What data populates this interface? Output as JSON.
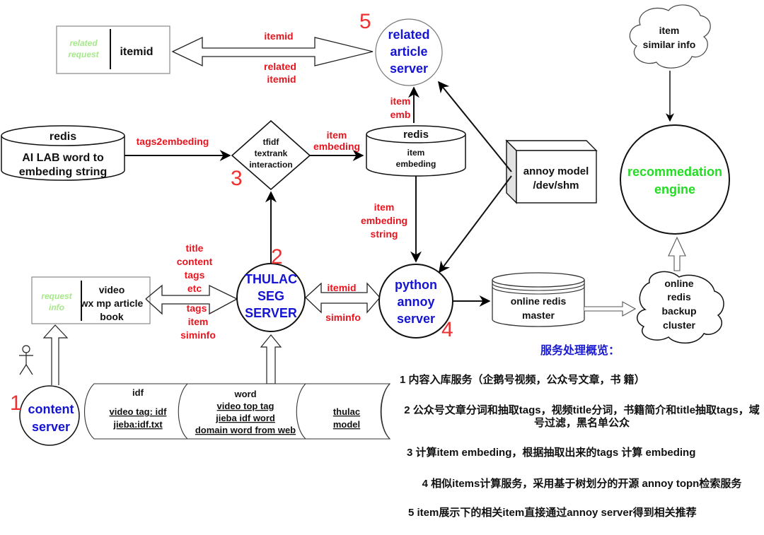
{
  "colors": {
    "red_label": "#e8141e",
    "blue_label": "#1414d2",
    "green_label": "#22dd22",
    "light_green_label": "#a6e88a",
    "step_number": "#ee3030"
  },
  "nodes": {
    "related_request": {
      "left": "related\nrequest",
      "right": "itemid"
    },
    "related_article_server": {
      "lines": [
        "related",
        "article",
        "server"
      ]
    },
    "redis_ai_lab": {
      "title": "redis",
      "lines": [
        "AI LAB word to",
        "embeding string"
      ]
    },
    "tfidf": {
      "lines": [
        "tfidf",
        "textrank",
        "interaction"
      ]
    },
    "redis_item": {
      "title": "redis",
      "lines": [
        "item",
        "embeding"
      ]
    },
    "annoy_model": {
      "lines": [
        "annoy model",
        "/dev/shm"
      ]
    },
    "item_similar_info": {
      "lines": [
        "item",
        "similar info"
      ]
    },
    "recommendation_engine": {
      "lines": [
        "recommedation",
        "engine"
      ]
    },
    "request_info": {
      "left": [
        "request",
        "info"
      ],
      "right": [
        "video",
        "wx mp article",
        "book"
      ]
    },
    "thulac": {
      "lines": [
        "THULAC",
        "SEG",
        "SERVER"
      ]
    },
    "python_annoy": {
      "lines": [
        "python",
        "annoy",
        "server"
      ]
    },
    "online_redis_master": {
      "lines": [
        "online redis",
        "master"
      ]
    },
    "online_redis_backup": {
      "lines": [
        "online",
        "redis",
        "backup",
        "cluster"
      ]
    },
    "content_server": {
      "lines": [
        "content",
        "server"
      ]
    },
    "data_store": {
      "idf": {
        "title": "idf",
        "items": [
          "video tag: idf",
          "jieba:idf.txt"
        ]
      },
      "word": {
        "title": "word",
        "items": [
          "video top tag",
          "jieba idf word",
          "domain word from web"
        ]
      },
      "thulac": {
        "items": [
          "thulac",
          "model"
        ]
      }
    }
  },
  "edge_labels": {
    "itemid_top": "itemid",
    "related_itemid": [
      "related",
      "itemid"
    ],
    "item_emb": [
      "item",
      "emb"
    ],
    "tags2embeding": "tags2embeding",
    "item_embeding": [
      "item",
      "embeding"
    ],
    "item_embeding_string": [
      "item",
      "embeding",
      "string"
    ],
    "title_content": [
      "title",
      "content",
      "tags",
      "etc"
    ],
    "tags_item_siminfo": [
      "tags",
      "item",
      "siminfo"
    ],
    "itemid_mid": "itemid",
    "siminfo_mid": "siminfo"
  },
  "step_numbers": [
    "1",
    "2",
    "3",
    "4",
    "5"
  ],
  "notes": {
    "title": "服务处理概览：",
    "items": [
      "1 内容入库服务（企鹅号视频，公众号文章，书 籍）",
      "2 公众号文章分词和抽取tags，视频title分词，书籍简介和title抽取tags，域号过滤，黑名单公众",
      "3 计算item embeding，根据抽取出来的tags 计算 embeding",
      "4 相似items计算服务，采用基于树划分的开源   annoy topn检索服务",
      "5 item展示下的相关item直接通过annoy server得到相关推荐"
    ]
  }
}
